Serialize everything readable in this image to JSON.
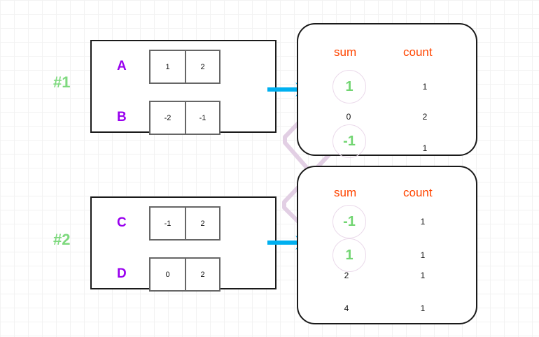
{
  "diagram": {
    "title": "Partial aggregation sum/count merge diagram",
    "colors": {
      "label_purple": "#9900ef",
      "marker_green": "#7ed97e",
      "header_orange": "#ff4500",
      "highlight_green": "#72d572",
      "link_purple": "#e2cfe4",
      "arrow_cyan": "#00b0f0",
      "box_border": "#1a1a1a",
      "cell_border": "#666666"
    }
  },
  "sections": [
    {
      "marker": "#1",
      "rows": [
        {
          "label": "A",
          "cells": [
            "1",
            "2"
          ]
        },
        {
          "label": "B",
          "cells": [
            "-2",
            "-1"
          ]
        }
      ]
    },
    {
      "marker": "#2",
      "rows": [
        {
          "label": "C",
          "cells": [
            "-1",
            "2"
          ]
        },
        {
          "label": "D",
          "cells": [
            "0",
            "2"
          ]
        }
      ]
    }
  ],
  "panels": [
    {
      "name": "result-panel-1",
      "headers": {
        "sum": "sum",
        "count": "count"
      },
      "rows": [
        {
          "sum": "1",
          "count": "1",
          "highlighted": true
        },
        {
          "sum": "0",
          "count": "2",
          "highlighted": false
        },
        {
          "sum": "-1",
          "count": "1",
          "highlighted": true
        }
      ]
    },
    {
      "name": "result-panel-2",
      "headers": {
        "sum": "sum",
        "count": "count"
      },
      "rows": [
        {
          "sum": "-1",
          "count": "1",
          "highlighted": true
        },
        {
          "sum": "1",
          "count": "1",
          "highlighted": true
        },
        {
          "sum": "2",
          "count": "1",
          "highlighted": false
        },
        {
          "sum": "4",
          "count": "1",
          "highlighted": false
        }
      ]
    }
  ],
  "arrows": [
    {
      "name": "arrow-to-panel-1"
    },
    {
      "name": "arrow-to-panel-2"
    }
  ],
  "links": [
    {
      "name": "link-top1-to-bottom1",
      "from": "panel1.sum.1",
      "to": "panel2.sum.1"
    },
    {
      "name": "link-topminus1-to-bottomminus1",
      "from": "panel1.sum.-1",
      "to": "panel2.sum.-1"
    }
  ]
}
